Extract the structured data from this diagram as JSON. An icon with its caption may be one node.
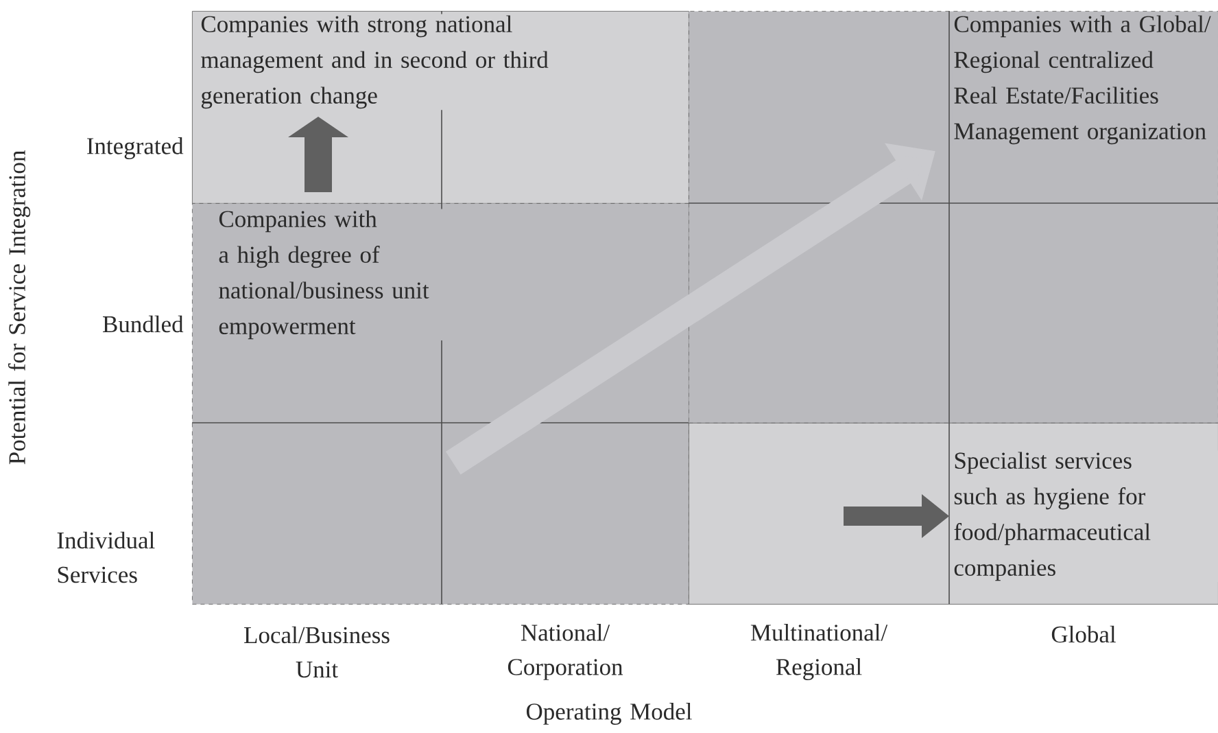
{
  "diagram": {
    "nodes": [
      {
        "text": [
          "Companies with strong national management and in second or third generation change"
        ]
      },
      {
        "text": [
          "Companies with a high degree of national/business unit empowerment"
        ]
      },
      {
        "text": [
          "Companies with a Global/ Regional centralized Real Estate/Facilities Management organization"
        ]
      },
      {
        "text": [
          "Specialist services such as hygiene for food/pharmaceutical companies"
        ]
      }
    ],
    "edges": [
      {
        "from": 1,
        "to": 2,
        "arrow": "to"
      }
    ],
    "labels": [
      "Integrated",
      "Bundled",
      "Individual Services",
      "Local/Business Unit",
      "National/ Corporation",
      "Multinational/ Regional",
      "Global",
      "Operating Model",
      "Potential for Service Integration"
    ]
  }
}
